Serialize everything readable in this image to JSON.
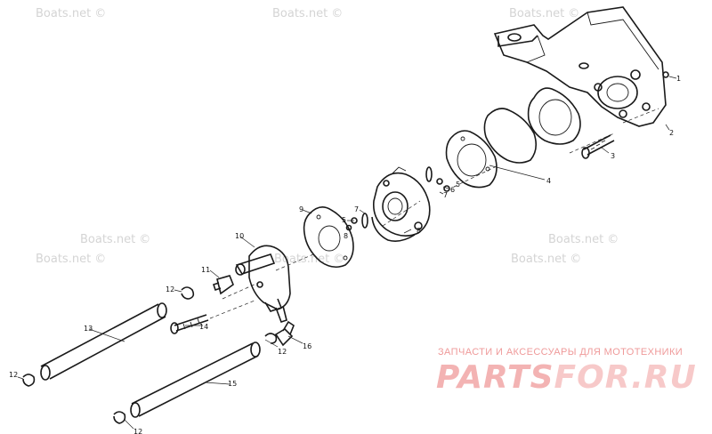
{
  "watermarks": [
    "Boats.net ©",
    "Boats.net ©",
    "Boats.net ©",
    "Boats.net ©",
    "Boats.net ©",
    "Boats.net ©",
    "Boats.net ©",
    "Boats.net ©"
  ],
  "banner": {
    "tagline": "ЗАПЧАСТИ И АКСЕССУАРЫ ДЛЯ МОТОТЕХНИКИ",
    "logo_part1": "PARTS",
    "logo_part2": "FOR.RU"
  },
  "callouts": [
    "1",
    "2",
    "3",
    "4",
    "5",
    "6",
    "7",
    "8",
    "9",
    "10",
    "11",
    "12",
    "13",
    "14",
    "12",
    "16",
    "12",
    "15",
    "12",
    "5",
    "7",
    "8"
  ],
  "colors": {
    "line": "#1a1a1a",
    "watermark": "#d4d4d4",
    "banner": "#ef9a9a"
  }
}
